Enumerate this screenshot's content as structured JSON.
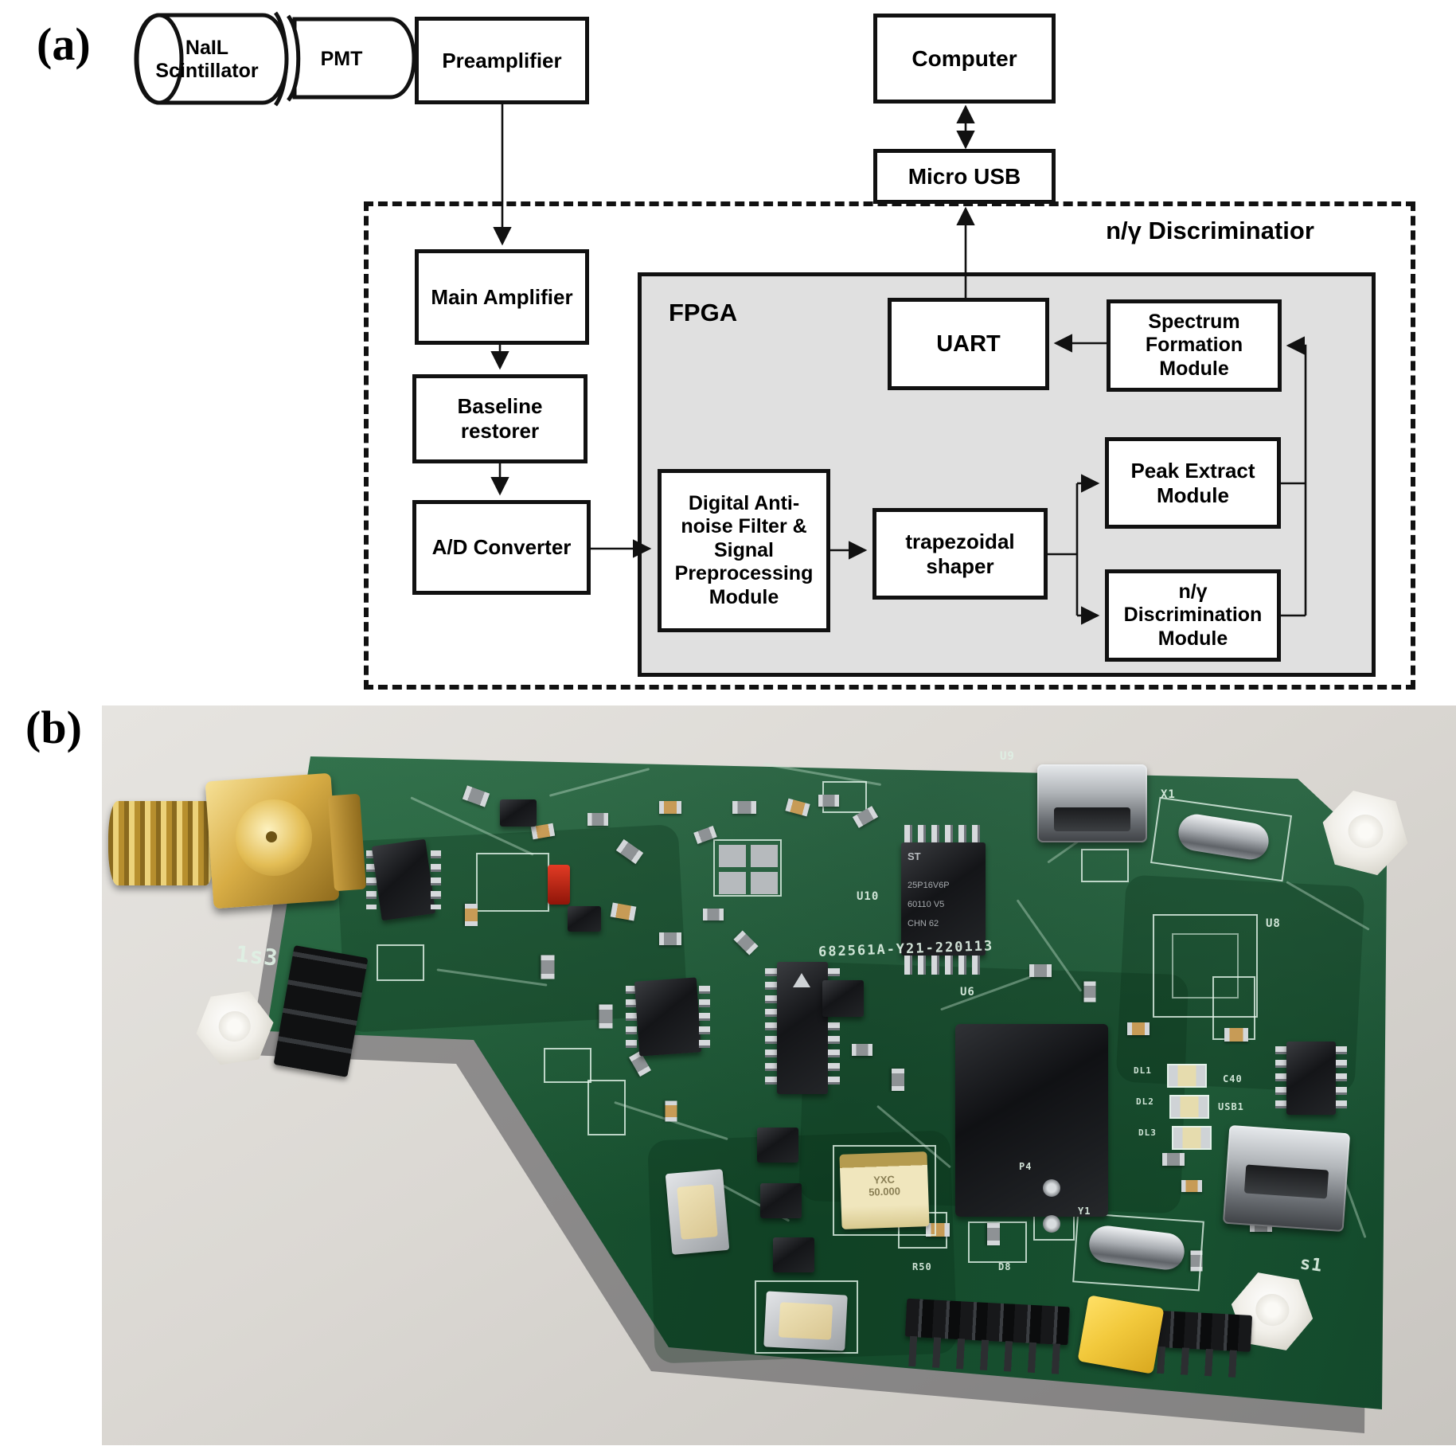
{
  "figure": {
    "panel_a": "(a)",
    "panel_b": "(b)"
  },
  "diagram": {
    "board_label": "n/γ Discriminatior",
    "blocks": {
      "scintillator": "NaIL\nScintillator",
      "pmt": "PMT",
      "preamplifier": "Preamplifier",
      "computer": "Computer",
      "micro_usb": "Micro USB",
      "main_amplifier": "Main Amplifier",
      "baseline_restorer": "Baseline\nrestorer",
      "ad_converter": "A/D Converter",
      "fpga": "FPGA",
      "uart": "UART",
      "spectrum_formation": "Spectrum\nFormation\nModule",
      "digital_filter": "Digital Anti-\nnoise Filter &\nSignal\nPreprocessing\nModule",
      "trapezoidal_shaper": "trapezoidal\nshaper",
      "peak_extract": "Peak Extract\nModule",
      "ngamma_discrimination": "n/γ\nDiscrimination\nModule"
    }
  },
  "photo": {
    "silkscreen": {
      "board_id": "682561A-Y21-220113",
      "ls3": "1s3",
      "s1": "s1",
      "x1": "X1",
      "u9": "U9",
      "u10": "U10",
      "u6": "U6",
      "u8": "U8",
      "usb1": "USB1",
      "c40": "C40",
      "r50": "R50",
      "d8": "D8",
      "p4": "P4",
      "y1": "Y1",
      "dl1": "DL1",
      "dl2": "DL2",
      "dl3": "DL3"
    },
    "chip_markings": {
      "flash_logo": "ST",
      "flash_line1": "25P16V6P",
      "flash_line2": "60110 V5",
      "flash_line3": "CHN 62",
      "xtal_line1": "YXC",
      "xtal_line2": "50.000"
    }
  },
  "colors": {
    "ink": "#111111",
    "panel_gray": "#e0e0e0",
    "photo_background": "#d8d5d0",
    "pcb_green": "#1d6038",
    "pcb_green_dark": "#164a2b",
    "gold": "#d2a63e",
    "solder_silver": "#c9cdd1",
    "yellow_capacitor": "#f2c93c"
  }
}
